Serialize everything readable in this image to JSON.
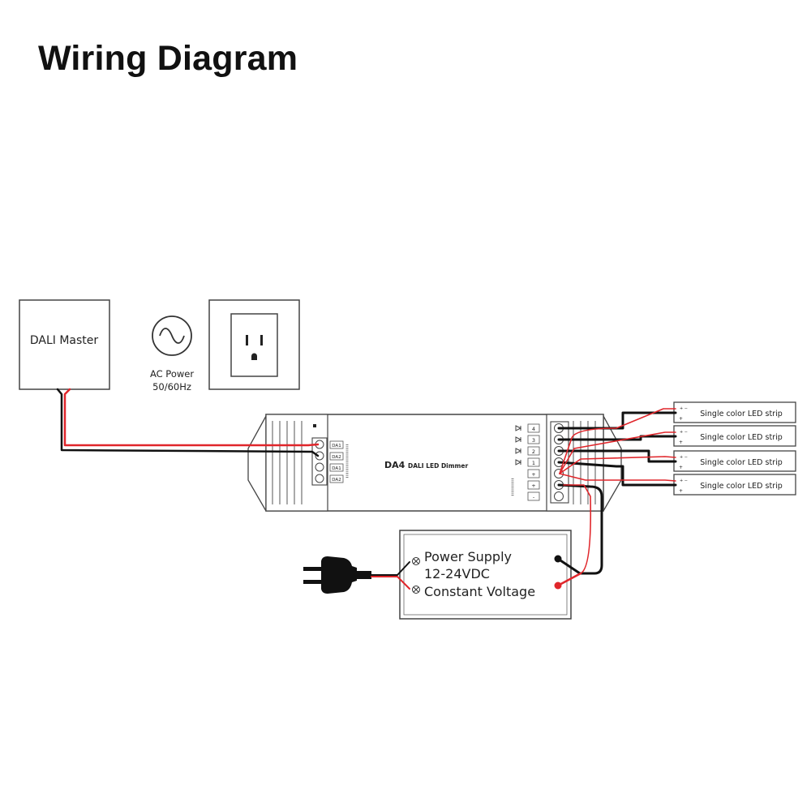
{
  "title": "Wiring Diagram",
  "dali_master": {
    "label": "DALI Master"
  },
  "ac_power": {
    "line1": "AC Power",
    "line2": "50/60Hz"
  },
  "dimmer": {
    "model": "DA4",
    "name": "DALI LED Dimmer",
    "dali_terminals": [
      "DA1",
      "DA2",
      "DA1",
      "DA2"
    ],
    "output_terminals": [
      "4",
      "3",
      "2",
      "1",
      "+",
      "+",
      "-"
    ]
  },
  "power_supply": {
    "line1": "Power Supply",
    "line2": "12-24VDC",
    "line3": "Constant Voltage"
  },
  "led_strips": [
    {
      "label": "Single color LED strip"
    },
    {
      "label": "Single color LED strip"
    },
    {
      "label": "Single color LED strip"
    },
    {
      "label": "Single color LED strip"
    }
  ],
  "colors": {
    "wire_red": "#e0262b",
    "wire_black": "#111111",
    "outline": "#444444"
  }
}
